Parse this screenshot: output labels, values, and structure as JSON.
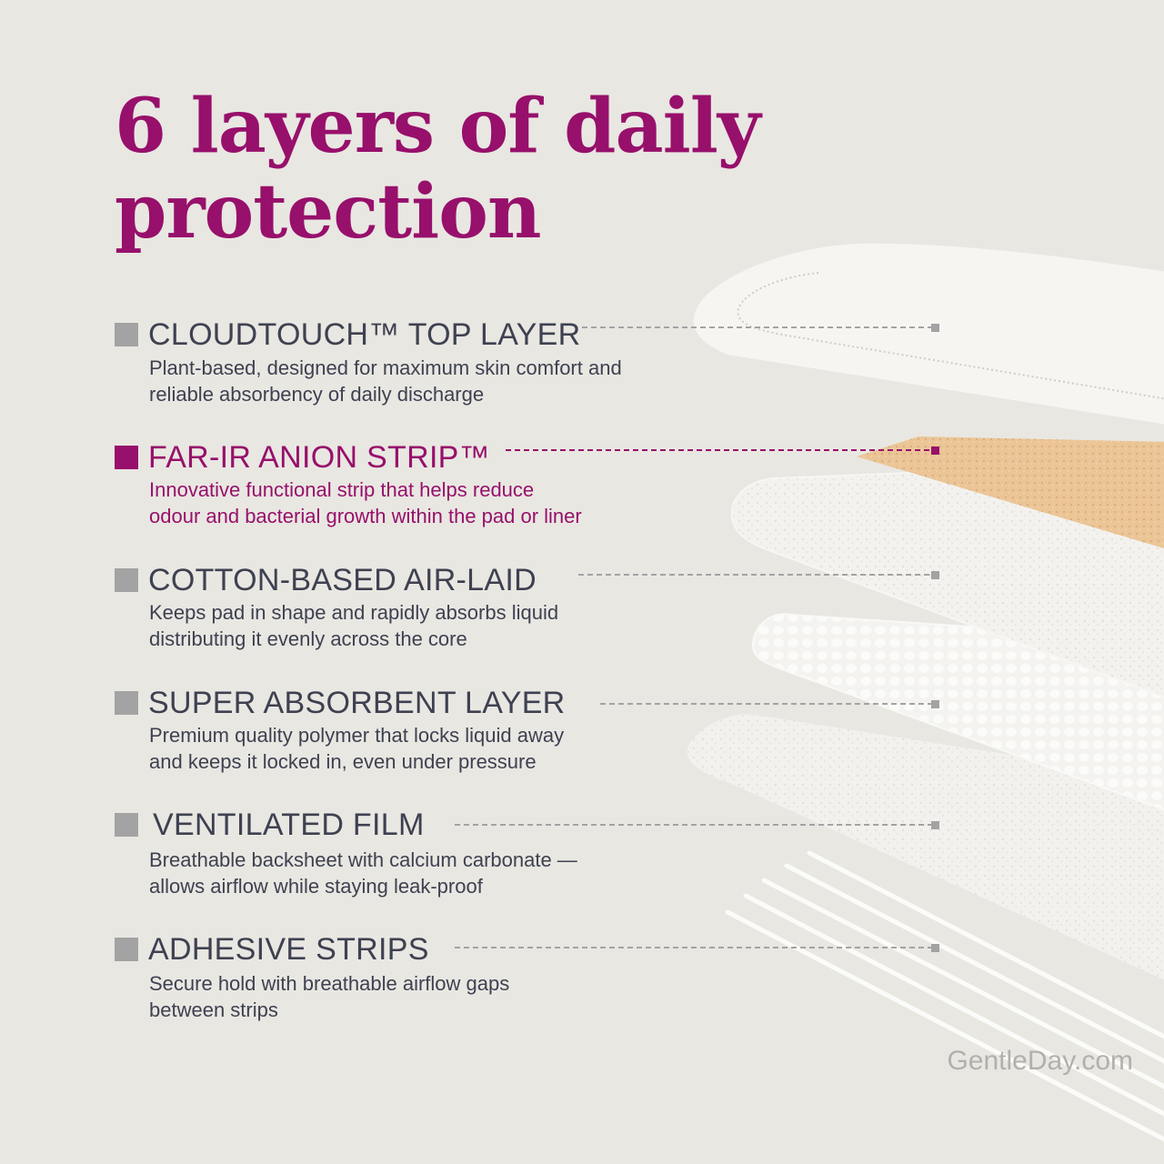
{
  "title": {
    "line1": "6 layers of daily",
    "line2": "protection"
  },
  "layers": [
    {
      "name": "CLOUDTOUCH™ TOP LAYER",
      "desc_line1": "Plant-based, designed for maximum skin comfort and",
      "desc_line2": "reliable absorbency of daily discharge",
      "highlight": false
    },
    {
      "name": "FAR-IR ANION STRIP™",
      "desc_line1": "Innovative functional strip that helps reduce",
      "desc_line2": "odour and bacterial growth within the pad or liner",
      "highlight": true
    },
    {
      "name": "COTTON-BASED AIR-LAID",
      "desc_line1": "Keeps pad in shape and rapidly absorbs liquid",
      "desc_line2": "distributing it evenly across the core",
      "highlight": false
    },
    {
      "name": "SUPER ABSORBENT LAYER",
      "desc_line1": "Premium quality polymer that locks liquid away",
      "desc_line2": "and keeps it locked in, even under pressure",
      "highlight": false
    },
    {
      "name": "VENTILATED FILM",
      "desc_line1": "Breathable backsheet with calcium carbonate —",
      "desc_line2": "allows airflow while staying leak-proof",
      "highlight": false
    },
    {
      "name": "ADHESIVE STRIPS",
      "desc_line1": "Secure hold with breathable airflow gaps",
      "desc_line2": "between strips",
      "highlight": false
    }
  ],
  "footer": {
    "brand": "GentleDay.com"
  },
  "colors": {
    "background": "#e9e7e2",
    "accent": "#97106b",
    "text": "#3e4150",
    "marker": "#a3a3a3",
    "strip": "#e6c49a",
    "footer": "#b2b0ad"
  }
}
